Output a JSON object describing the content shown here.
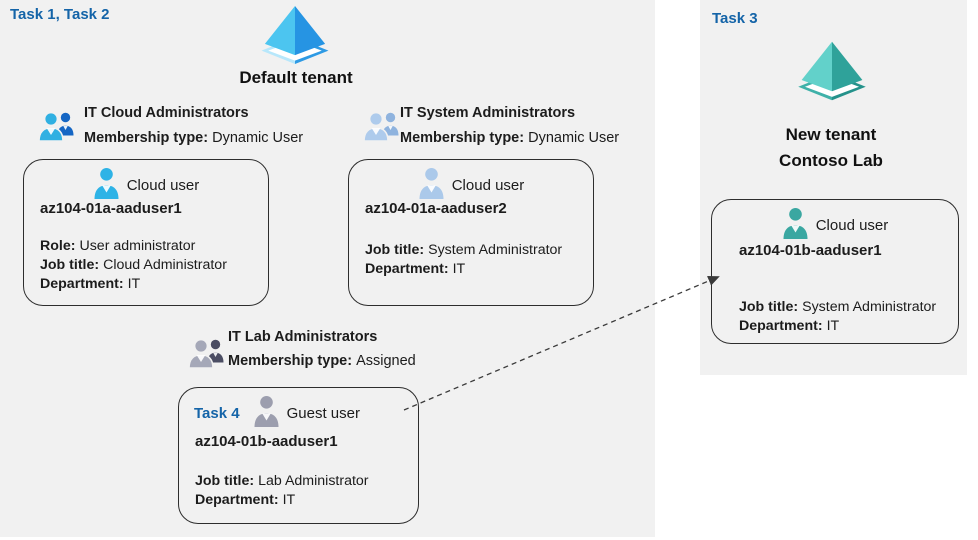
{
  "colors": {
    "panel_bg": "#f1f1f1",
    "task_blue": "#1464a8",
    "card_border": "#2d2d2d",
    "arrow": "#3a3a3a",
    "tenant_blue_left_face": "#4cc5f0",
    "tenant_blue_right_face": "#2694e3",
    "tenant_blue_base_left": "#b7e7fb",
    "tenant_blue_base_right": "#2e9ae4",
    "tenant_teal_left_face": "#62d1ca",
    "tenant_teal_right_face": "#2fa29a",
    "tenant_teal_base_left": "#3fb1a9",
    "tenant_teal_base_right": "#25928b",
    "user_cyan": "#2eb3e6",
    "user_pale_blue": "#abc9ea",
    "user_gray": "#9c9eae",
    "user_teal": "#3aa7a1"
  },
  "left_panel": {
    "task_label": "Task 1, Task 2",
    "tenant_name": "Default tenant",
    "tenant_icon": "azure-ad-tenant-blue-icon"
  },
  "right_panel": {
    "task_label": "Task 3",
    "tenant_name_line1": "New tenant",
    "tenant_name_line2": "Contoso Lab",
    "tenant_icon": "azure-ad-tenant-teal-icon"
  },
  "groups": [
    {
      "title": "IT Cloud Administrators",
      "membership_label": "Membership type:",
      "membership_value": "Dynamic User",
      "icon": "group-users-blue-icon"
    },
    {
      "title": "IT System Administrators",
      "membership_label": "Membership type:",
      "membership_value": "Dynamic User",
      "icon": "group-users-lightblue-icon"
    },
    {
      "title": "IT Lab Administrators",
      "membership_label": "Membership type:",
      "membership_value": "Assigned",
      "icon": "group-users-gray-icon"
    }
  ],
  "cards": [
    {
      "user_type": "Cloud user",
      "icon": "cloud-user-cyan-icon",
      "username": "az104-01a-aaduser1",
      "fields": [
        {
          "label": "Role:",
          "value": "User administrator"
        },
        {
          "label": "Job title:",
          "value": "Cloud Administrator"
        },
        {
          "label": "Department:",
          "value": "IT"
        }
      ]
    },
    {
      "user_type": "Cloud user",
      "icon": "cloud-user-pale-icon",
      "username": "az104-01a-aaduser2",
      "fields": [
        {
          "label": "Job title:",
          "value": "System Administrator"
        },
        {
          "label": "Department:",
          "value": "IT"
        }
      ]
    },
    {
      "task_label": "Task 4",
      "user_type": "Guest user",
      "icon": "guest-user-gray-icon",
      "username": "az104-01b-aaduser1",
      "fields": [
        {
          "label": "Job title:",
          "value": "Lab Administrator"
        },
        {
          "label": "Department:",
          "value": "IT"
        }
      ]
    },
    {
      "user_type": "Cloud user",
      "icon": "cloud-user-teal-icon",
      "username": "az104-01b-aaduser1",
      "fields": [
        {
          "label": "Job title:",
          "value": "System Administrator"
        },
        {
          "label": "Department:",
          "value": "IT"
        }
      ]
    }
  ]
}
